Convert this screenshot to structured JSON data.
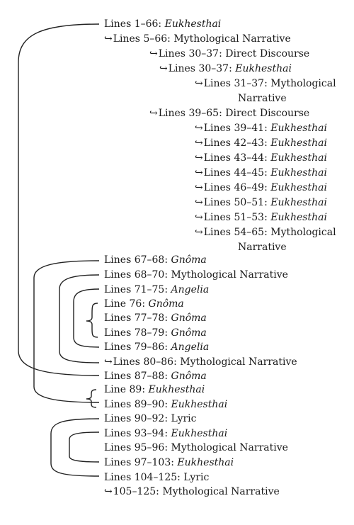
{
  "lines": [
    {
      "prefix": "Lines 1–66: ",
      "term": "Eukhesthai",
      "italic": true,
      "arrow": false
    },
    {
      "prefix": "Lines 5–66: ",
      "term": "Mythological Narrative",
      "italic": false,
      "arrow": true
    },
    {
      "prefix": "Lines 30–37: ",
      "term": "Direct Discourse",
      "italic": false,
      "arrow": true
    },
    {
      "prefix": "Lines 30–37: ",
      "term": "Eukhesthai",
      "italic": true,
      "arrow": true
    },
    {
      "prefix": "Lines 31–37: ",
      "term": "Mythological",
      "italic": false,
      "arrow": true
    },
    {
      "prefix": "",
      "term": "Narrative",
      "italic": false,
      "arrow": false
    },
    {
      "prefix": "Lines 39–65: ",
      "term": "Direct Discourse",
      "italic": false,
      "arrow": true
    },
    {
      "prefix": "Lines 39–41: ",
      "term": "Eukhesthai",
      "italic": true,
      "arrow": true
    },
    {
      "prefix": "Lines 42–43: ",
      "term": "Eukhesthai",
      "italic": true,
      "arrow": true
    },
    {
      "prefix": "Lines 43–44: ",
      "term": "Eukhesthai",
      "italic": true,
      "arrow": true
    },
    {
      "prefix": "Lines 44–45: ",
      "term": "Eukhesthai",
      "italic": true,
      "arrow": true
    },
    {
      "prefix": "Lines 46–49: ",
      "term": "Eukhesthai",
      "italic": true,
      "arrow": true
    },
    {
      "prefix": "Lines 50–51: ",
      "term": "Eukhesthai",
      "italic": true,
      "arrow": true
    },
    {
      "prefix": "Lines 51–53: ",
      "term": "Eukhesthai",
      "italic": true,
      "arrow": true
    },
    {
      "prefix": "Lines 54–65: ",
      "term": "Mythological",
      "italic": false,
      "arrow": true
    },
    {
      "prefix": "",
      "term": "Narrative",
      "italic": false,
      "arrow": false
    },
    {
      "prefix": "Lines 67–68: ",
      "term": "Gnôma",
      "italic": true,
      "arrow": false
    },
    {
      "prefix": "Lines 68–70: ",
      "term": "Mythological Narrative",
      "italic": false,
      "arrow": false
    },
    {
      "prefix": "Lines 71–75: ",
      "term": "Angelia",
      "italic": true,
      "arrow": false
    },
    {
      "prefix": "Line 76: ",
      "term": "Gnôma",
      "italic": true,
      "arrow": false
    },
    {
      "prefix": "Lines 77–78: ",
      "term": "Gnôma",
      "italic": true,
      "arrow": false
    },
    {
      "prefix": "Lines 78–79: ",
      "term": "Gnôma",
      "italic": true,
      "arrow": false
    },
    {
      "prefix": "Lines 79–86: ",
      "term": "Angelia",
      "italic": true,
      "arrow": false
    },
    {
      "prefix": "Lines 80–86: ",
      "term": "Mythological Narrative",
      "italic": false,
      "arrow": true
    },
    {
      "prefix": "Lines 87–88: ",
      "term": "Gnôma",
      "italic": true,
      "arrow": false
    },
    {
      "prefix": "Line 89: ",
      "term": "Eukhesthai",
      "italic": true,
      "arrow": false
    },
    {
      "prefix": "Lines 89–90: ",
      "term": "Eukhesthai",
      "italic": true,
      "arrow": false
    },
    {
      "prefix": "Lines 90–92: ",
      "term": "Lyric",
      "italic": false,
      "arrow": false
    },
    {
      "prefix": "Lines 93–94: ",
      "term": "Eukhesthai",
      "italic": true,
      "arrow": false
    },
    {
      "prefix": "Lines 95–96: ",
      "term": "Mythological Narrative",
      "italic": false,
      "arrow": false
    },
    {
      "prefix": "Lines 97–103: ",
      "term": "Eukhesthai",
      "italic": true,
      "arrow": false
    },
    {
      "prefix": "Lines 104–125: ",
      "term": "Lyric",
      "italic": false,
      "arrow": false
    },
    {
      "prefix": "105–125: ",
      "term": "Mythological Narrative",
      "italic": false,
      "arrow": true
    }
  ]
}
